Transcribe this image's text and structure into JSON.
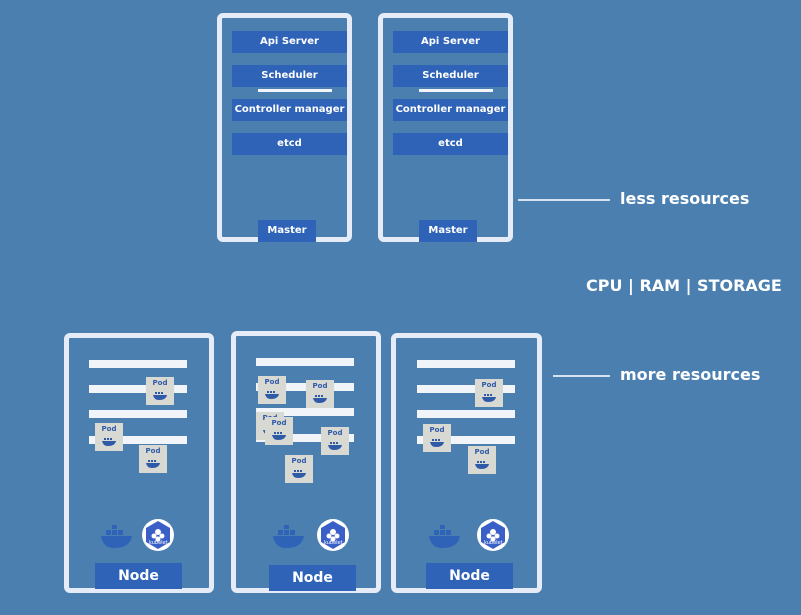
{
  "masters": [
    {
      "components": [
        "Api Server",
        "Scheduler",
        "Controller manager",
        "etcd"
      ],
      "label": "Master"
    },
    {
      "components": [
        "Api Server",
        "Scheduler",
        "Controller manager",
        "etcd"
      ],
      "label": "Master"
    }
  ],
  "annotations": {
    "less": "less resources",
    "cpu": "CPU | RAM | STORAGE",
    "more": "more resources"
  },
  "nodes": [
    {
      "label": "Node",
      "pods": [
        "Pod",
        "Pod",
        "Pod"
      ],
      "kubelet": "kubelet"
    },
    {
      "label": "Node",
      "pods": [
        "Pod",
        "Pod",
        "Pod",
        "Pod",
        "Pod",
        "Pod"
      ],
      "kubelet": "kubelet"
    },
    {
      "label": "Node",
      "pods": [
        "Pod",
        "Pod",
        "Pod"
      ],
      "kubelet": "kubelet"
    }
  ],
  "colors": {
    "background": "#4a7fb0",
    "box": "#2f63b8",
    "frame": "#e6ecf7",
    "pod": "#d9d9d4"
  }
}
